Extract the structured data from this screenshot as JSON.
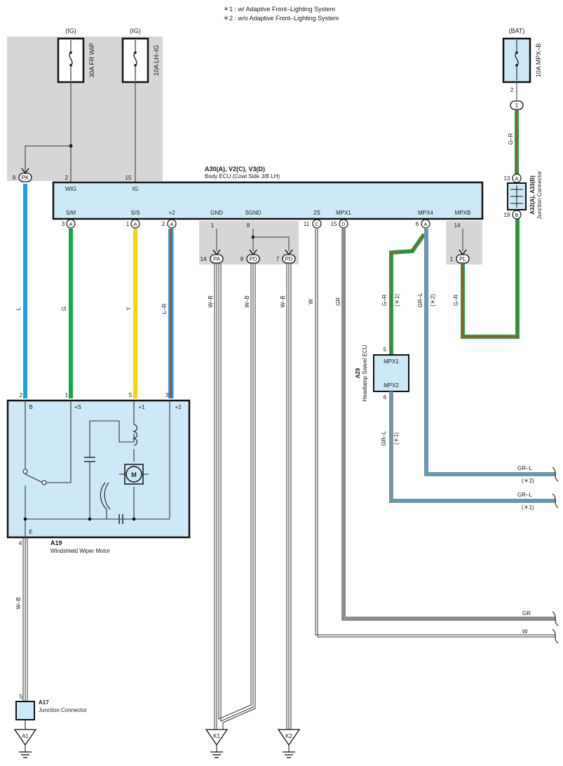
{
  "notes": {
    "n1": "＊1 : w/ Adaptive Front–Lighting System",
    "n2": "＊2 : w/o Adaptive Front–Lighting System"
  },
  "fuses": {
    "wip": {
      "supply": "(IG)",
      "label": "30A FR WIP"
    },
    "lhig": {
      "supply": "(IG)",
      "label": "10A LH–IG"
    },
    "mpxb": {
      "supply": "(BAT)",
      "label": "10A MPX–B"
    }
  },
  "body_ecu": {
    "code": "A30(A), V2(C), V3(D)",
    "name": "Body ECU (Cowl Side J/B LH)",
    "top_pins": [
      {
        "label": "WIG",
        "num": "2"
      },
      {
        "label": "IG",
        "num": "15"
      }
    ],
    "bottom_pins": [
      {
        "label": "S/M",
        "num": "3",
        "conn": "A"
      },
      {
        "label": "S/S",
        "num": "1",
        "conn": "A"
      },
      {
        "label": "+2",
        "num": "2",
        "conn": "A"
      },
      {
        "label": "GND",
        "num": "1",
        "conn": ""
      },
      {
        "label": "SGND",
        "num": "8",
        "conn": ""
      },
      {
        "label": "2S",
        "num": "11",
        "conn": "C"
      },
      {
        "label": "MPX1",
        "num": "15",
        "conn": "D"
      },
      {
        "label": "MPX4",
        "num": "6",
        "conn": "A"
      },
      {
        "label": "MPXB",
        "num": "14",
        "conn": ""
      }
    ]
  },
  "junction_connectors": {
    "pk": {
      "num": "9",
      "id": "PK"
    },
    "pa": {
      "num": "14",
      "id": "PA"
    },
    "pd1": {
      "num": "8",
      "id": "PD"
    },
    "pd2": {
      "num": "7",
      "id": "PD"
    },
    "pl": {
      "num": "1",
      "id": "PL"
    },
    "bat_1": {
      "num": "2",
      "id": "1"
    }
  },
  "a32": {
    "code": "A32(A), A33(B)",
    "name": "Junction Connector",
    "pin_top": {
      "num": "13",
      "conn": "A"
    },
    "pin_bottom": {
      "num": "19",
      "conn": "B"
    }
  },
  "wire_colors": {
    "l": "L",
    "g": "G",
    "y": "Y",
    "lr": "L–R",
    "wb": "W–B",
    "w": "W",
    "gr": "GR",
    "gr_r": "G–R",
    "gr_l": "GR–L",
    "note1": "(＊1)",
    "note2": "(＊2)"
  },
  "a29": {
    "code": "A29",
    "name": "Headlamp Swivel ECU",
    "pin1": "MPX1",
    "pin1_num": "5",
    "pin2": "MPX2",
    "pin2_num": "6"
  },
  "a19": {
    "code": "A19",
    "name": "Windshield Wiper Motor",
    "pins": [
      {
        "label": "B",
        "num": "2"
      },
      {
        "label": "+S",
        "num": "1"
      },
      {
        "label": "+1",
        "num": "5"
      },
      {
        "label": "+2",
        "num": "3"
      }
    ],
    "ground_label": "E",
    "ground_num": "4",
    "motor": "M"
  },
  "a17": {
    "code": "A17",
    "name": "Junction Connector",
    "pin": "5"
  },
  "grounds": {
    "a1": "A1",
    "k1": "K1",
    "k2": "K2"
  },
  "right_outputs": {
    "grl2": "GR–L",
    "grl2_note": "(＊2)",
    "grl1": "GR–L",
    "grl1_note": "(＊1)",
    "gr": "GR",
    "w": "W"
  },
  "colors": {
    "ecu_fill": "#cde8f7",
    "shade": "#d6d6d6",
    "wire_l": "#1aa3e0",
    "wire_g": "#13a94a",
    "wire_y": "#f2d800",
    "wire_red": "#e0301e",
    "wire_gr": "#8c8c8c",
    "wire_grl_stripe": "#3fa6dc"
  }
}
